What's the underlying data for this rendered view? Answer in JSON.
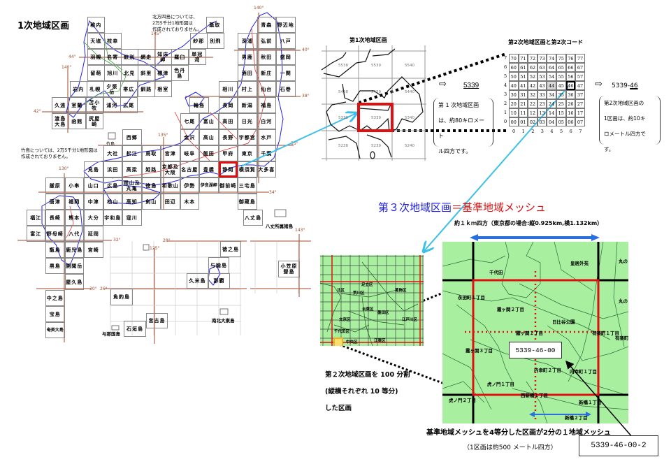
{
  "title": "1次地域区画",
  "left_map": {
    "north_note": "北方四島については、\n2万5千分1地形図は\n作成されておりません。",
    "takeshima_note": "竹島については、2万5千分1地形図は\n作成されておりません。",
    "cells": [
      "稚内",
      "天塩",
      "枝幸",
      "羽幌",
      "名寄",
      "紋別",
      "網走",
      "知床岬",
      "羅臼",
      "単冠湾",
      "留萌",
      "旭川",
      "北見",
      "斜里",
      "標津",
      "色丹島",
      "岩内",
      "札幌",
      "夕張岳",
      "帯広",
      "釧路",
      "根室",
      "久遠",
      "室蘭",
      "苫小牧",
      "浦河",
      "広尾",
      "渡島\n大島",
      "函館",
      "尻屋崎",
      "蘂取",
      "紗那",
      "別飛",
      "青森",
      "野辺地",
      "深浦",
      "弘前",
      "八戸",
      "男鹿",
      "秋田",
      "盛岡",
      "酒田",
      "新庄",
      "一関",
      "相川",
      "村上",
      "仙台",
      "石巻",
      "輪島",
      "長岡",
      "新潟",
      "福島",
      "七尾",
      "富山",
      "高田",
      "日光",
      "白河",
      "金沢",
      "高山",
      "長野",
      "宇都宮",
      "水戸",
      "西郷",
      "大社",
      "松江",
      "鳥取",
      "宮津",
      "岐阜",
      "飯田",
      "甲府",
      "東京",
      "千葉",
      "見島",
      "浜田",
      "高梁",
      "姫路",
      "京都及\n大阪",
      "名古屋",
      "豊橋",
      "静岡",
      "横須賀",
      "大多喜",
      "厳原",
      "小串",
      "山口",
      "広島",
      "岡山及\n丸亀",
      "徳島",
      "和歌山",
      "伊勢",
      "伊良湖岬",
      "御前崎",
      "三宅島",
      "唐津",
      "福岡",
      "中津",
      "松山",
      "高知",
      "剣山",
      "田辺",
      "木本",
      "御蔵島",
      "福江",
      "長崎",
      "熊本",
      "大分",
      "宇和島",
      "窪川",
      "八丈島",
      "富江",
      "野母崎",
      "八代",
      "延岡",
      "甑島",
      "鹿児島",
      "宮崎",
      "黒島",
      "開聞岳",
      "屋久島",
      "中之島",
      "宝島",
      "奄美大島",
      "徳之島",
      "与論島",
      "久米島",
      "那覇",
      "魚釣島",
      "宮古島",
      "石垣島",
      "小笠原\n聟島"
    ],
    "labels": {
      "takeshima": "竹島",
      "hachijo_islands": "八丈所属諸島",
      "yonaguni": "与那国島",
      "daito": "南北大東島"
    },
    "degrees": [
      "145°",
      "44°",
      "140°",
      "42°",
      "140°",
      "40°",
      "38°",
      "35°",
      "135°",
      "130°",
      "34°",
      "143°",
      "32°",
      "28°",
      "125°",
      "30°",
      "26°"
    ],
    "selected_cell": "静岡"
  },
  "first_mesh": {
    "title": "第1次地域区画",
    "codes": [
      "5538",
      "5539",
      "5540",
      "5438",
      "5439",
      "5440",
      "5338",
      "5339",
      "5340",
      "5238",
      "5239",
      "5240"
    ],
    "arrow_symbol": "⇨",
    "result_code": "5339",
    "description": "第 1 次地域区画\nは、約80キロメート\nル四方です。"
  },
  "second_mesh": {
    "title": "第2次地域区画と第2次コード",
    "rows": [
      [
        "70",
        "71",
        "72",
        "73",
        "74",
        "75",
        "76",
        "77"
      ],
      [
        "60",
        "61",
        "62",
        "63",
        "64",
        "65",
        "66",
        "67"
      ],
      [
        "50",
        "51",
        "52",
        "53",
        "54",
        "55",
        "56",
        "57"
      ],
      [
        "40",
        "41",
        "42",
        "43",
        "44",
        "45",
        "46",
        "47"
      ],
      [
        "30",
        "31",
        "32",
        "33",
        "34",
        "35",
        "36",
        "37"
      ],
      [
        "20",
        "21",
        "22",
        "23",
        "24",
        "25",
        "26",
        "27"
      ],
      [
        "10",
        "11",
        "12",
        "13",
        "14",
        "15",
        "16",
        "17"
      ],
      [
        "00",
        "01",
        "02",
        "03",
        "04",
        "05",
        "06",
        "07"
      ]
    ],
    "row_labels": [
      "7",
      "6",
      "5",
      "4",
      "3",
      "2",
      "1",
      "0"
    ],
    "col_labels": [
      "0",
      "1",
      "2",
      "3",
      "4",
      "5",
      "6",
      "7"
    ],
    "highlighted": "46",
    "shaded": "44",
    "arrow_symbol": "⇨",
    "result_code_prefix": "5339-",
    "result_code_suffix": "46",
    "description": "第2次地域区画の\n1区画は、約10キ\nロメートル四方です。"
  },
  "third_mesh": {
    "heading_blue": "第３次地域区画",
    "heading_red": "＝基準地域メッシュ",
    "size_note": "約１ｋｍ四方（東京都の場合:縦0.925km,横1.132km）",
    "ward_labels": [
      "北区",
      "荒川区",
      "足立区",
      "葛飾区",
      "台東区",
      "墨田区",
      "文京区",
      "江戸川区",
      "千代田区",
      "中央区",
      "江東区"
    ],
    "town_labels": [
      "千代田",
      "皇居外苑",
      "丸の",
      "永田町１丁目",
      "霞ヶ関２丁目",
      "日比谷公園",
      "霞ヶ関１丁目",
      "有楽町１丁目",
      "有楽町",
      "丸の",
      "霞ヶ関３丁目",
      "内幸町２丁目",
      "内幸町１丁目",
      "虎ノ門１丁目",
      "西新橋１丁目",
      "虎ノ門２丁目",
      "新橋１丁目",
      "新橋２丁目"
    ],
    "code": "5339-46-00",
    "division_text": [
      "第２次地域区画を 100 分割",
      "(縦横それぞれ 10 等分)",
      "した区画"
    ]
  },
  "half_mesh": {
    "caption": "基準地域メッシュを4等分した区画が2分の１地域メッシュ",
    "size_note": "（1区画は約500 メートル四方）",
    "code": "5339-46-00-2"
  },
  "colors": {
    "link_line": "#3cc0e8",
    "red": "#e01010",
    "blue_text": "#1a1ae0",
    "green_map": "#a8f0a0",
    "arrow_blue": "#2a6fe0",
    "lat_lon": "#a04a2a"
  }
}
